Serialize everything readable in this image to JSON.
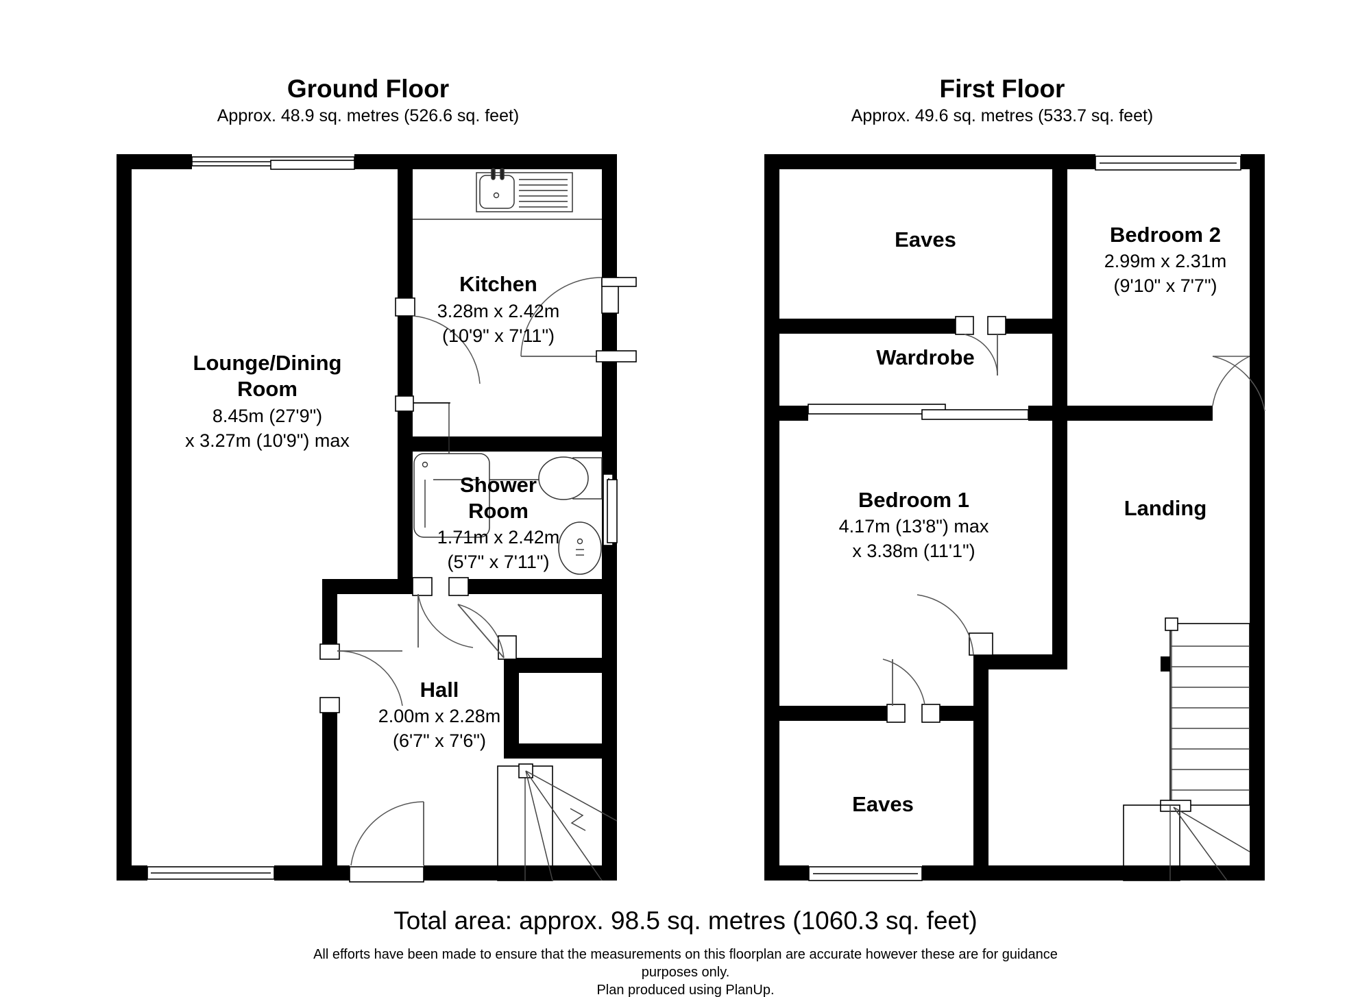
{
  "document": {
    "type": "floorplan",
    "total_area_text": "Total area: approx. 98.5 sq. metres (1060.3 sq. feet)",
    "disclaimer_line1": "All efforts have been made to ensure that the measurements on this floorplan are accurate however these are for guidance",
    "disclaimer_line2": "purposes only.",
    "disclaimer_line3": "Plan produced using PlanUp.",
    "wall_color": "#000000",
    "background_color": "#ffffff"
  },
  "ground_floor": {
    "title": "Ground Floor",
    "subtitle": "Approx. 48.9 sq. metres (526.6 sq. feet)",
    "rooms": [
      {
        "name": "Lounge/Dining",
        "name2": "Room",
        "dim_line1": "8.45m (27'9\")",
        "dim_line2": "x 3.27m (10'9\") max"
      },
      {
        "name": "Kitchen",
        "dim_line1": "3.28m x 2.42m",
        "dim_line2": "(10'9\" x 7'11\")"
      },
      {
        "name": "Shower",
        "name2": "Room",
        "dim_line1": "1.71m x 2.42m",
        "dim_line2": "(5'7\" x 7'11\")"
      },
      {
        "name": "Hall",
        "dim_line1": "2.00m x 2.28m",
        "dim_line2": "(6'7\" x 7'6\")"
      }
    ]
  },
  "first_floor": {
    "title": "First Floor",
    "subtitle": "Approx. 49.6 sq. metres (533.7 sq. feet)",
    "rooms": [
      {
        "name": "Eaves"
      },
      {
        "name": "Bedroom 2",
        "dim_line1": "2.99m x 2.31m",
        "dim_line2": "(9'10\" x 7'7\")"
      },
      {
        "name": "Wardrobe"
      },
      {
        "name": "Bedroom 1",
        "dim_line1": "4.17m (13'8\") max",
        "dim_line2": "x 3.38m (11'1\")"
      },
      {
        "name": "Landing"
      },
      {
        "name": "Eaves"
      }
    ]
  }
}
